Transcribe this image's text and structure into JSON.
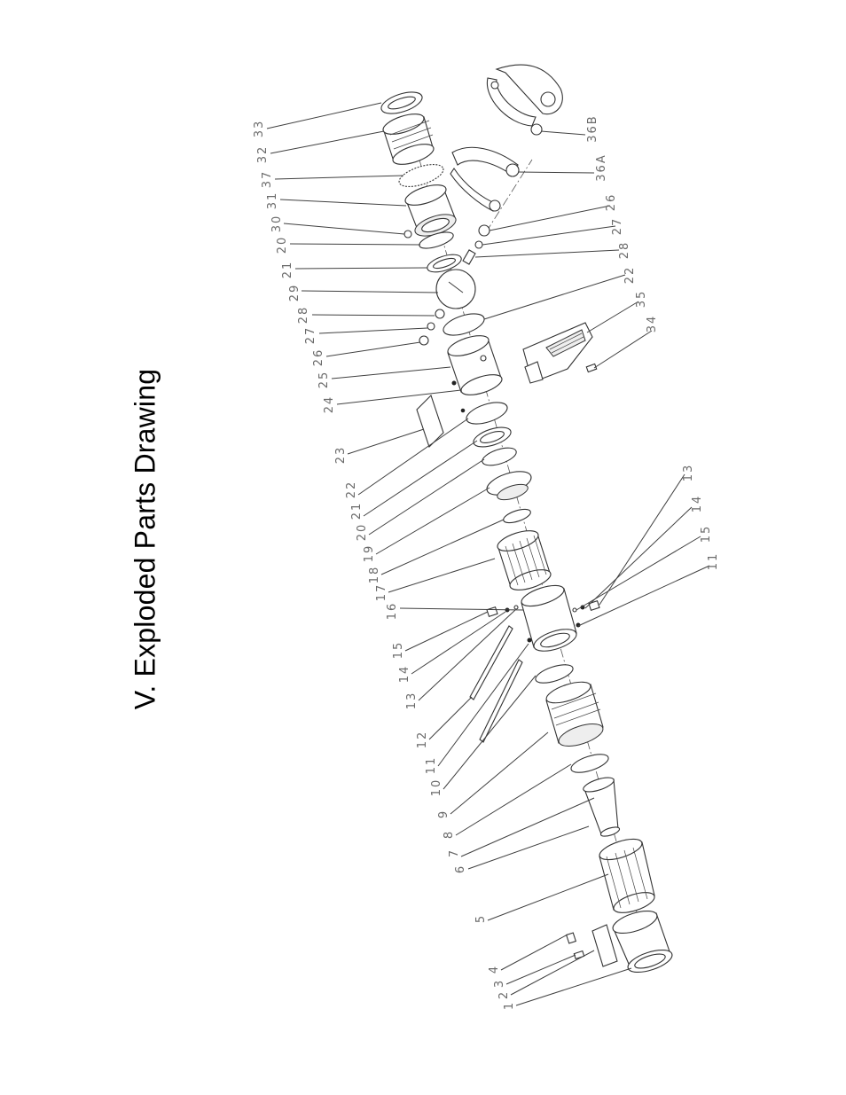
{
  "title": "V. Exploded Parts Drawing",
  "callouts": {
    "left": [
      "33",
      "32",
      "37",
      "31",
      "30",
      "20",
      "21",
      "29",
      "28",
      "27",
      "26",
      "25",
      "24",
      "23",
      "22",
      "21",
      "20",
      "19",
      "18",
      "17",
      "16",
      "15",
      "14",
      "13",
      "12",
      "11",
      "10",
      "9",
      "8",
      "7",
      "6",
      "5",
      "4",
      "3",
      "2",
      "1"
    ],
    "right": [
      "36B",
      "36A",
      "26",
      "27",
      "28",
      "22",
      "35",
      "34",
      "13",
      "14",
      "15",
      "11"
    ]
  }
}
